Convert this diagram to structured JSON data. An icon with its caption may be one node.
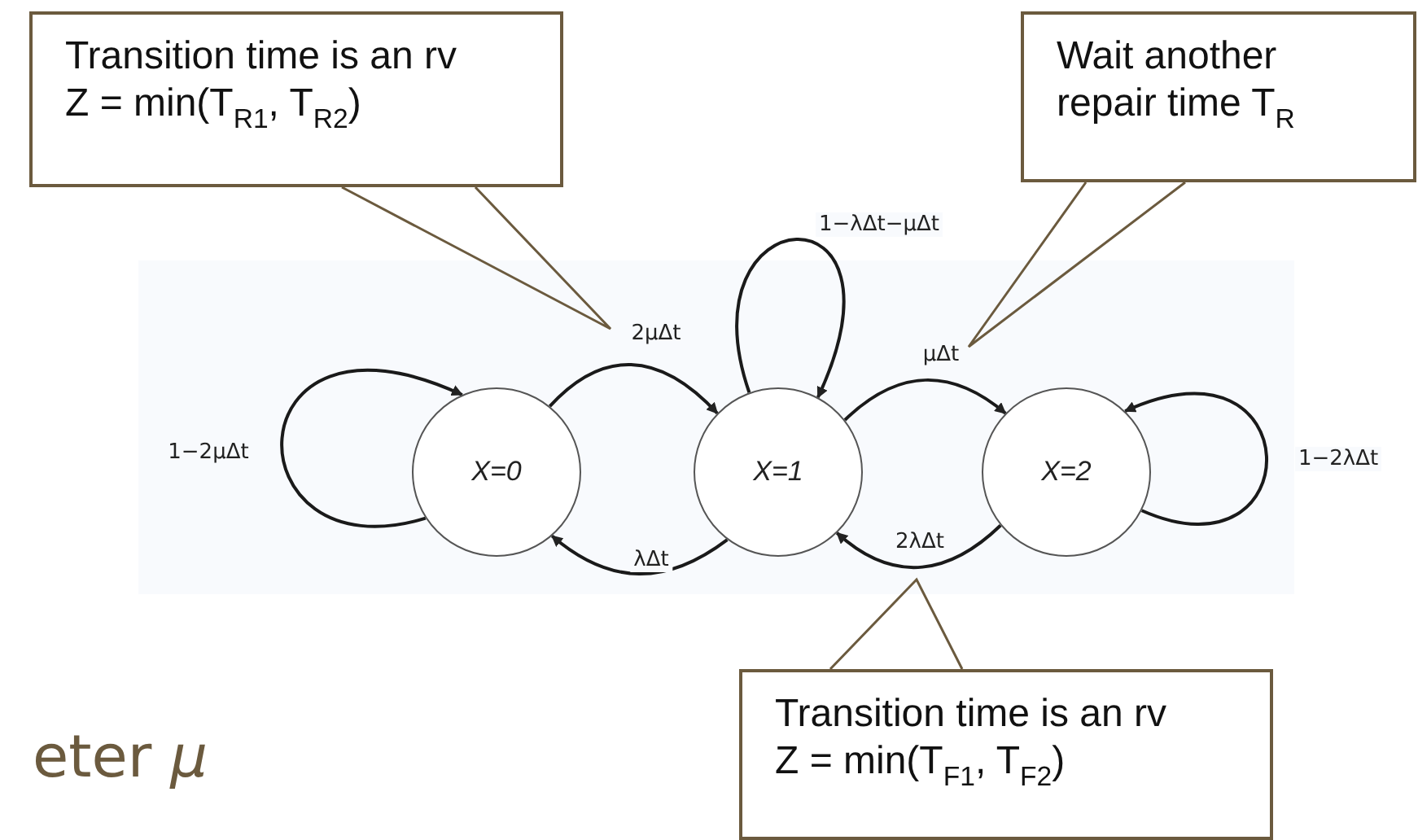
{
  "diagram": {
    "nodes": [
      {
        "text": [
          "X=0"
        ]
      },
      {
        "text": [
          "X=1"
        ]
      },
      {
        "text": [
          "X=2"
        ]
      },
      {
        "text": [
          "Transition time is an rv Z = min(T$_{R1}$, T$_{R2}$)"
        ]
      },
      {
        "text": [
          "Wait another repair time T$_{R}$"
        ]
      },
      {
        "text": [
          "Transition time is an rv Z = min(T$_{F1}$, T$_{F2}$)"
        ]
      }
    ],
    "edges": [
      {
        "from": 0,
        "to": 0,
        "arrow": "to",
        "label": "1−2μΔt"
      },
      {
        "from": 0,
        "to": 1,
        "arrow": "to",
        "label": "2μΔt"
      },
      {
        "from": 1,
        "to": 1,
        "arrow": "to",
        "label": "1−λΔt−μΔt"
      },
      {
        "from": 1,
        "to": 2,
        "arrow": "to",
        "label": "μΔt"
      },
      {
        "from": 2,
        "to": 2,
        "arrow": "to",
        "label": "1−2λΔt"
      },
      {
        "from": 2,
        "to": 1,
        "arrow": "to",
        "label": "2λΔt"
      },
      {
        "from": 1,
        "to": 0,
        "arrow": "to",
        "label": "λΔt"
      },
      {
        "from": 3,
        "to": null,
        "arrow": "none",
        "color": "#6b5a3e"
      },
      {
        "from": 4,
        "to": null,
        "arrow": "none",
        "color": "#6b5a3e"
      },
      {
        "from": 5,
        "to": null,
        "arrow": "none",
        "color": "#6b5a3e"
      }
    ],
    "labels": [
      "eter *μ*"
    ]
  }
}
